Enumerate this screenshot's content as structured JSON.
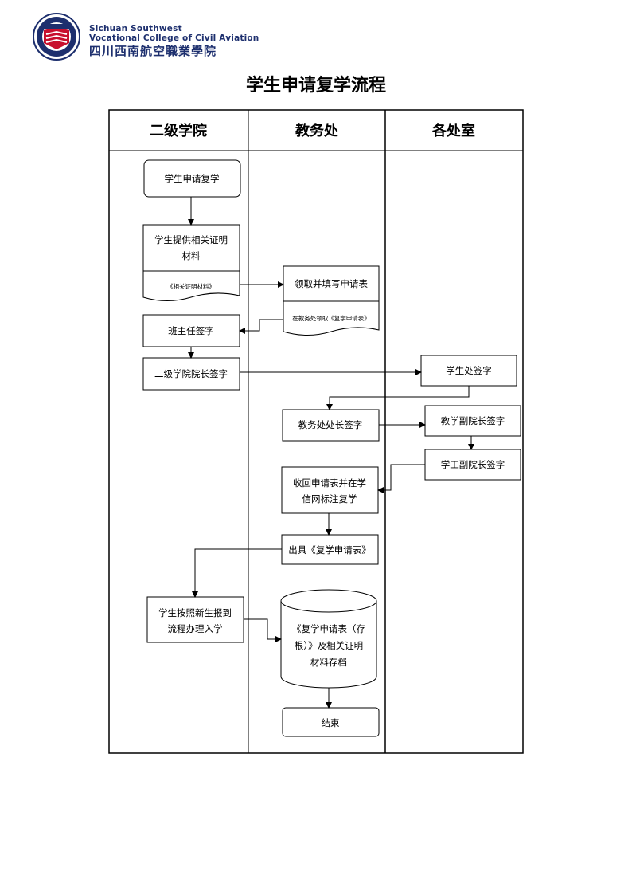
{
  "header": {
    "school_name_en_line1": "Sichuan Southwest",
    "school_name_en_line2": "Vocational College of Civil Aviation",
    "school_name_cn": "四川西南航空職業學院"
  },
  "title": "学生申请复学流程",
  "lanes": [
    "二级学院",
    "教务处",
    "各处室"
  ],
  "nodes": {
    "apply": "学生申请复学",
    "provide_line1": "学生提供相关证明",
    "provide_line2": "材料",
    "provide_doc": "《相关证明材料》",
    "collect_form": "领取并填写申请表",
    "collect_doc": "在教务处领取《复学申请表》",
    "class_teacher": "班主任签字",
    "dean_sign": "二级学院院长签字",
    "student_office": "学生处签字",
    "academic_director": "教务处处长签字",
    "vp_teaching": "教学副院长签字",
    "vp_student": "学工副院长签字",
    "retrieve_line1": "收回申请表并在学",
    "retrieve_line2": "信网标注复学",
    "issue": "出具《复学申请表》",
    "enroll_line1": "学生按照新生报到",
    "enroll_line2": "流程办理入学",
    "archive_line1": "《复学申请表（存",
    "archive_line2": "根）》及相关证明",
    "archive_line3": "材料存档",
    "end": "结束"
  }
}
